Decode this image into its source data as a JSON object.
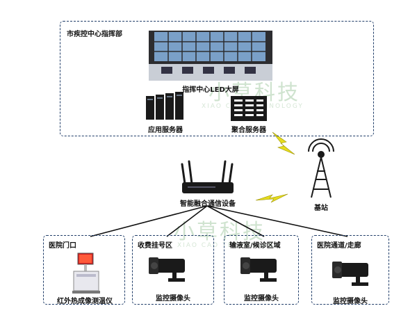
{
  "hq": {
    "title": "市疾控中心指挥部",
    "led_label": "指挥中心LED大屏",
    "app_server_label": "应用服务器",
    "agg_server_label": "聚合服务器"
  },
  "base_station_label": "基站",
  "gateway_label": "智能融合通信设备",
  "sites": [
    {
      "title": "医院门口",
      "device": "红外热成像测温仪"
    },
    {
      "title": "收费挂号区",
      "device": "监控摄像头"
    },
    {
      "title": "输液室/候诊区域",
      "device": "监控摄像头"
    },
    {
      "title": "医院通道/走廊",
      "device": "监控摄像头"
    }
  ],
  "colors": {
    "frame": "#1f3c68",
    "lightning": "#e6dc1e",
    "device": "#1a1a1a"
  }
}
